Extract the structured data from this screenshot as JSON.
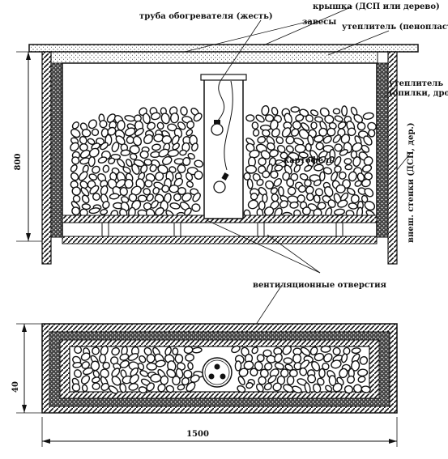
{
  "labels": {
    "heater_pipe": "труба обогревателя (жесть)",
    "lid": "крышка (ДСП или дерево)",
    "hinges": "завесы",
    "insulation_foam": "утеплитель (пенопласт)",
    "insulation_side_1": "утеплитель",
    "insulation_side_2": "(опилки, дробленый пенопласт)",
    "walls": "внеш. стенки (ДСП, дер.)",
    "potato": "картофель",
    "vents": "вентиляционные отверстия"
  },
  "dimensions": {
    "height": "800",
    "depth": "40",
    "width": "1500"
  },
  "colors": {
    "ink": "#111111",
    "background": "#ffffff"
  }
}
